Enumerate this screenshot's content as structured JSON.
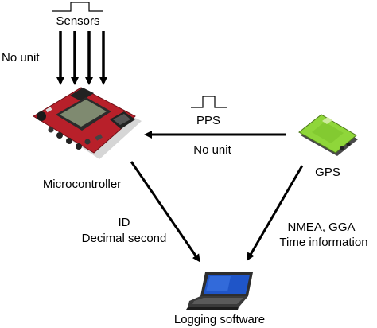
{
  "labels": {
    "sensors": "Sensors",
    "no_unit_left": "No unit",
    "pps": "PPS",
    "no_unit_pps": "No unit",
    "microcontroller": "Microcontroller",
    "gps": "GPS",
    "id": "ID",
    "decimal_second": "Decimal second",
    "nmea_gga": "NMEA, GGA",
    "time_information": "Time information",
    "logging_software": "Logging software"
  },
  "colors": {
    "arrow": "#000000",
    "pcb": "#b8202a",
    "lcd": "#7f8a70",
    "gps_body": "#8fd63a",
    "laptop_screen": "#1f55c8",
    "laptop_body": "#2e2e2e"
  },
  "icons": {
    "microcontroller": "microcontroller-board-icon",
    "gps": "gps-receiver-icon",
    "laptop": "laptop-icon",
    "pulse": "pulse-signal-icon"
  }
}
